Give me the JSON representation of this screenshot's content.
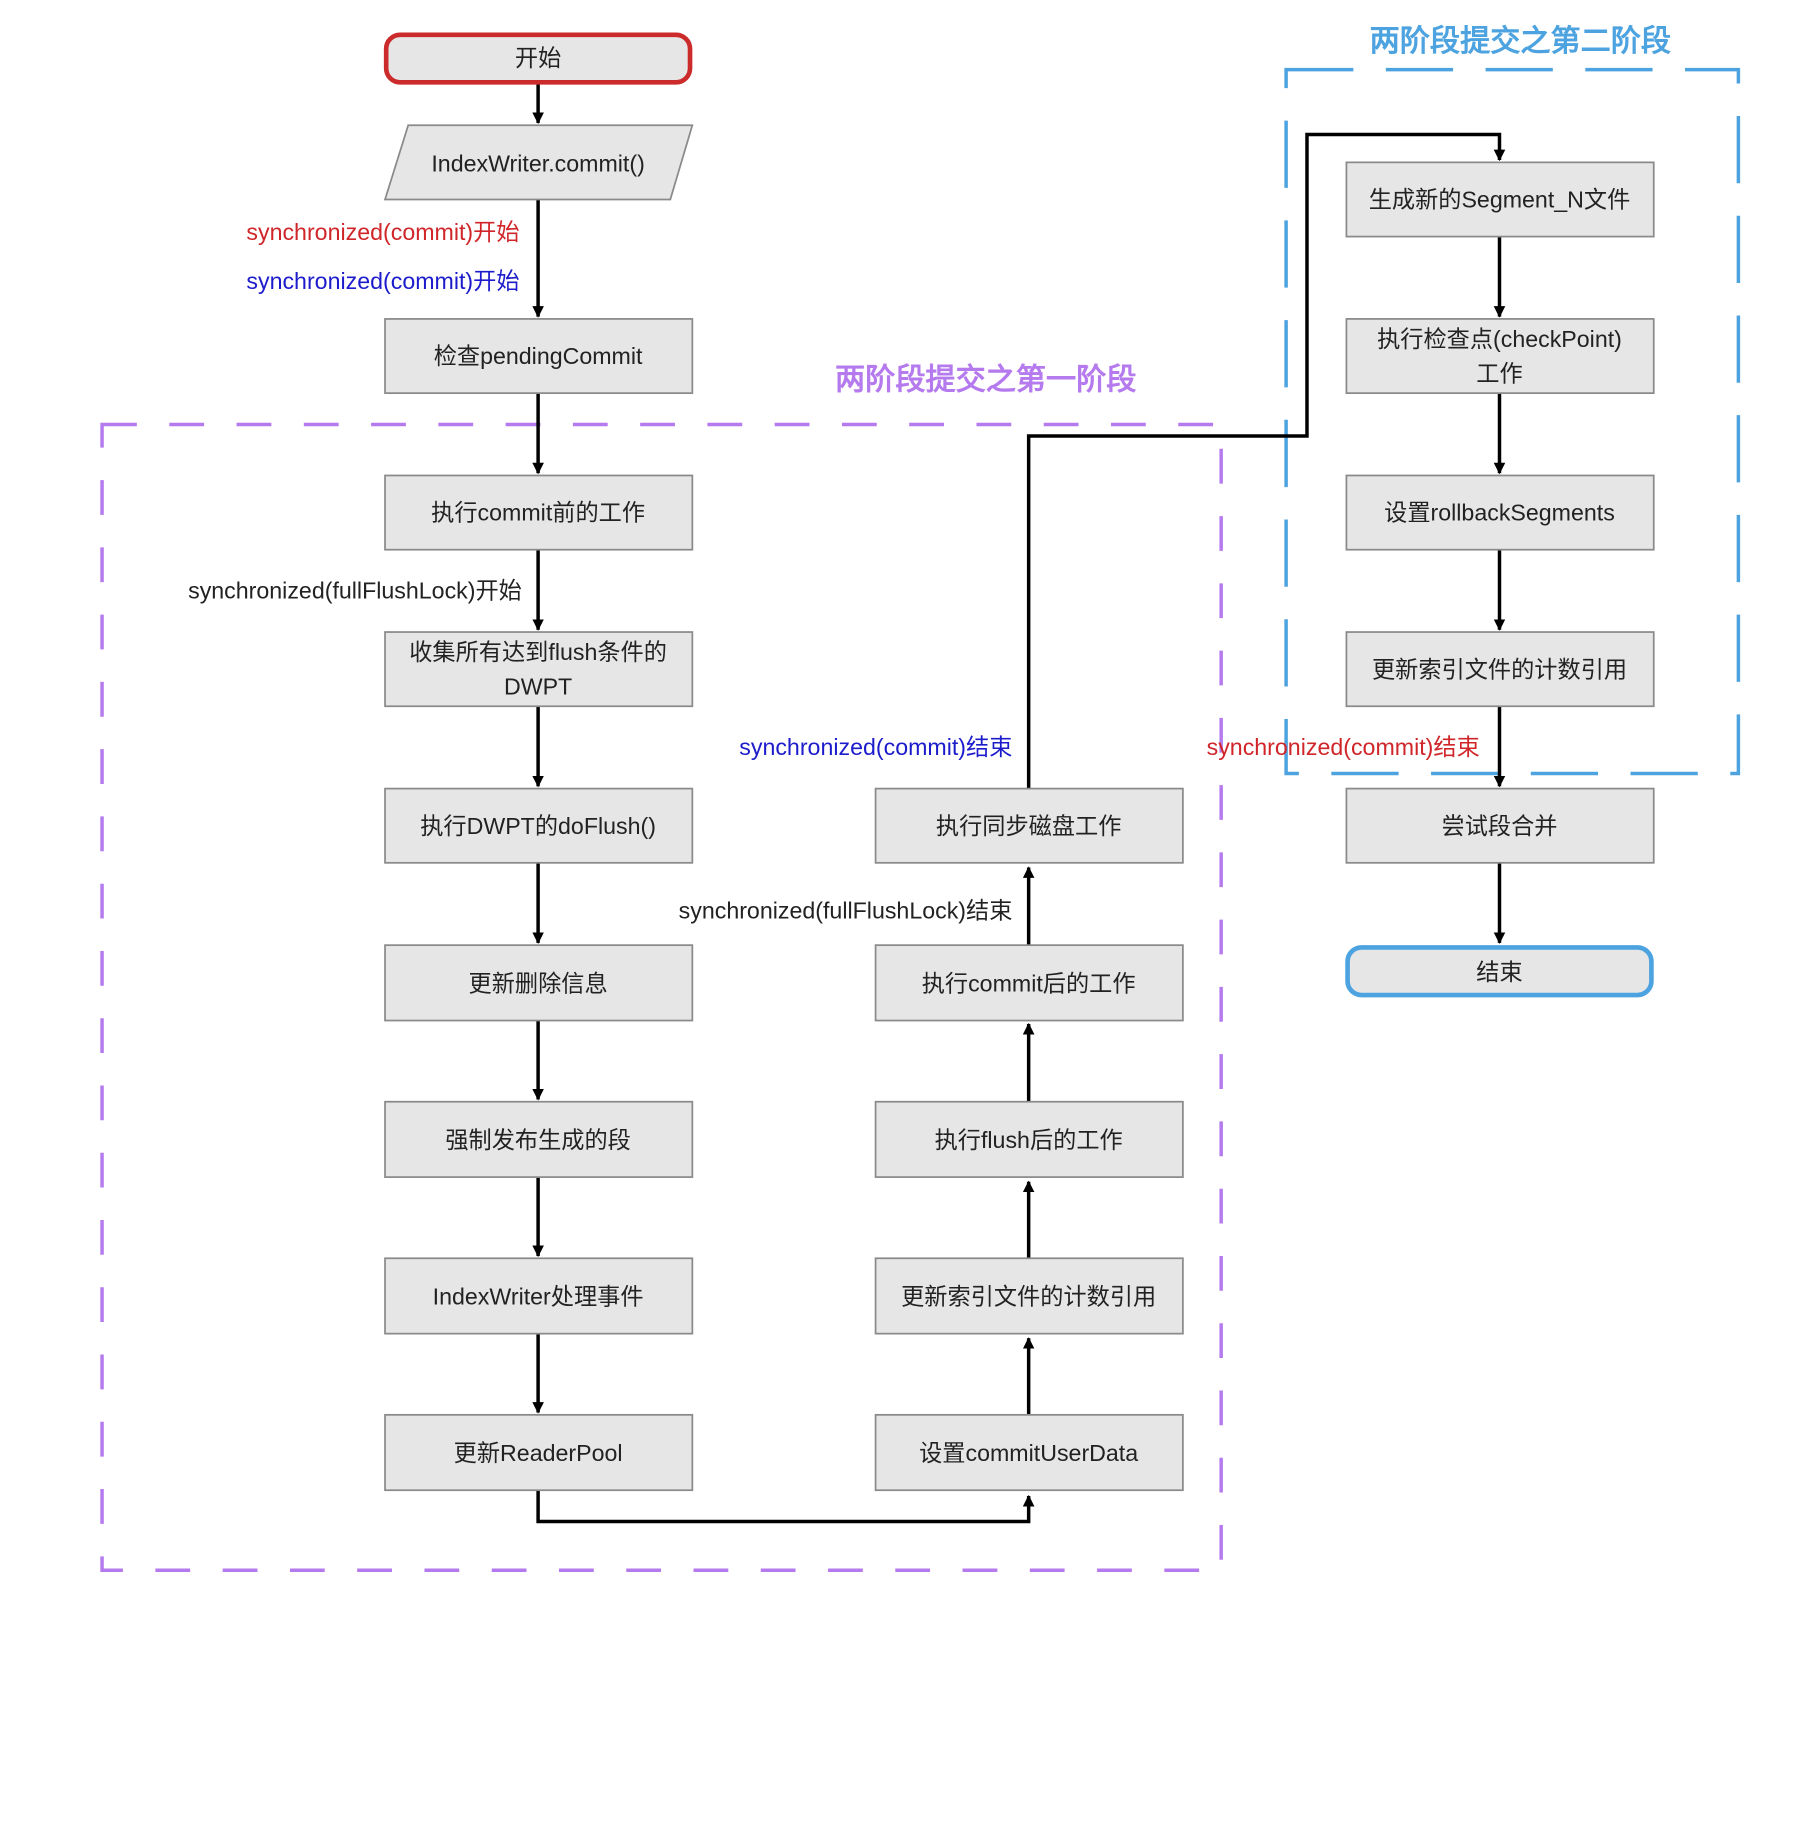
{
  "colors": {
    "box_fill": "#e6e6e6",
    "box_stroke": "#8a8a8a",
    "text": "#222222",
    "start_stroke": "#cc2b2b",
    "end_stroke": "#4da3e0",
    "phase1": "#b57aee",
    "phase2": "#4da3e0",
    "label_red": "#d0262a",
    "label_blue": "#1c1ccc",
    "label_dark": "#222222",
    "arrow": "#000000"
  },
  "phases": {
    "phase1_title": "两阶段提交之第一阶段",
    "phase2_title": "两阶段提交之第二阶段"
  },
  "nodes": {
    "start": "开始",
    "commit_call": "IndexWriter.commit()",
    "check_pending": "检查pendingCommit",
    "pre_commit": "执行commit前的工作",
    "collect_dwpt": [
      "收集所有达到flush条件的",
      "DWPT"
    ],
    "do_flush": "执行DWPT的doFlush()",
    "update_deletes": "更新删除信息",
    "force_publish": "强制发布生成的段",
    "process_events": "IndexWriter处理事件",
    "update_readerpool": "更新ReaderPool",
    "set_userdata": "设置commitUserData",
    "update_refcount_1": "更新索引文件的计数引用",
    "post_flush": "执行flush后的工作",
    "post_commit": "执行commit后的工作",
    "sync_disk": "执行同步磁盘工作",
    "gen_segment_n": "生成新的Segment_N文件",
    "checkpoint": [
      "执行检查点(checkPoint)",
      "工作"
    ],
    "set_rollback": "设置rollbackSegments",
    "update_refcount_2": "更新索引文件的计数引用",
    "try_merge": "尝试段合并",
    "end": "结束"
  },
  "edge_labels": {
    "commit_lock_start_red": "synchronized(commit)开始",
    "commit_lock_start_blue": "synchronized(commit)开始",
    "fullflush_start": "synchronized(fullFlushLock)开始",
    "fullflush_end": "synchronized(fullFlushLock)结束",
    "commit_end_blue": "synchronized(commit)结束",
    "commit_end_red": "synchronized(commit)结束"
  }
}
